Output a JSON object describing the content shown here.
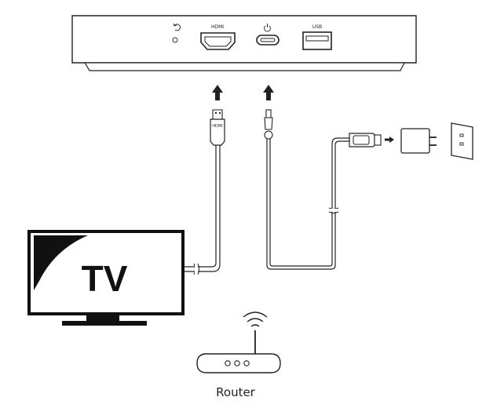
{
  "device": {
    "port_labels": {
      "hdmi": "HDMI",
      "usb": "USB"
    },
    "icons": {
      "reset": "reset-icon",
      "power": "power-icon"
    }
  },
  "cables": {
    "hdmi_plug_label": "HDMI"
  },
  "tv": {
    "label": "TV"
  },
  "router": {
    "label": "Router"
  },
  "colors": {
    "line": "#222222",
    "fill": "#ffffff",
    "tv_screen": "#ffffff",
    "tv_corner": "#111111"
  }
}
